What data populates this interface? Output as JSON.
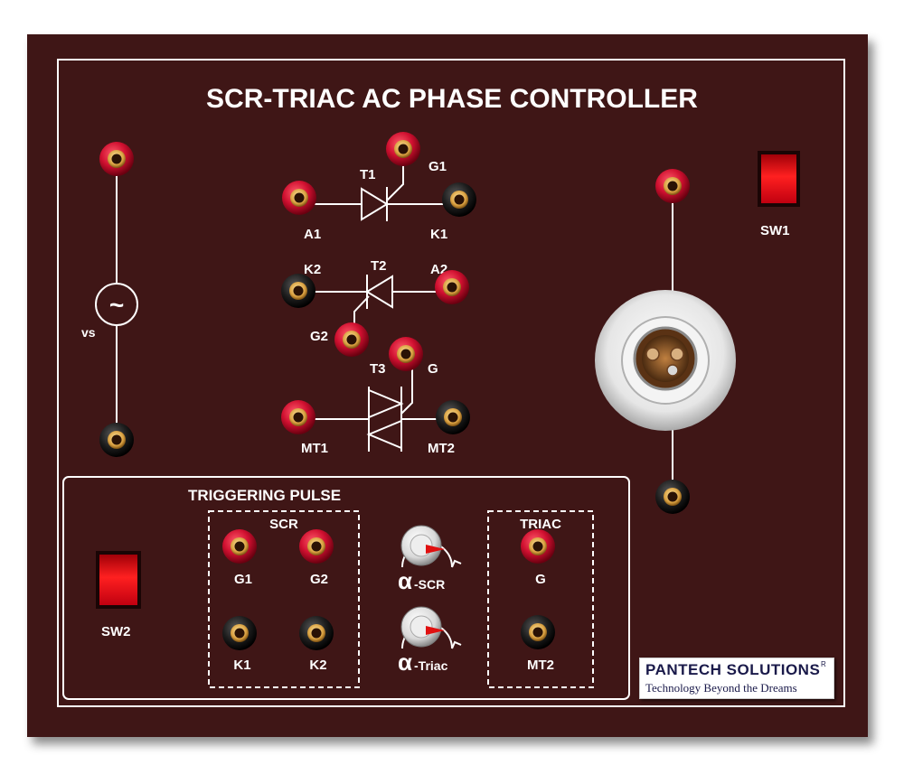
{
  "title": "SCR-TRIAC AC PHASE CONTROLLER",
  "source": {
    "label": "vs",
    "symbol": "~"
  },
  "scr1": {
    "name": "T1",
    "anode": "A1",
    "cathode": "K1",
    "gate": "G1"
  },
  "scr2": {
    "name": "T2",
    "anode": "A2",
    "cathode": "K2",
    "gate": "G2"
  },
  "triac": {
    "name": "T3",
    "mt1": "MT1",
    "mt2": "MT2",
    "gate": "G"
  },
  "switches": {
    "sw1": "SW1",
    "sw2": "SW2"
  },
  "trigger": {
    "title": "TRIGGERING PULSE",
    "scr_group": "SCR",
    "scr_terminals": [
      "G1",
      "G2",
      "K1",
      "K2"
    ],
    "triac_group": "TRIAC",
    "triac_terminals": [
      "G",
      "MT2"
    ],
    "knob_symbol": "α",
    "knob_scr": "-SCR",
    "knob_triac": "-Triac"
  },
  "logo": {
    "brand": "PANTECH SOLUTIONS",
    "registered": "R",
    "tagline": "Technology Beyond the Dreams"
  },
  "colors": {
    "panel": "#3f1616",
    "red_terminal": "#d01030",
    "black_terminal": "#1c1c1c",
    "switch": "#e8101a"
  }
}
